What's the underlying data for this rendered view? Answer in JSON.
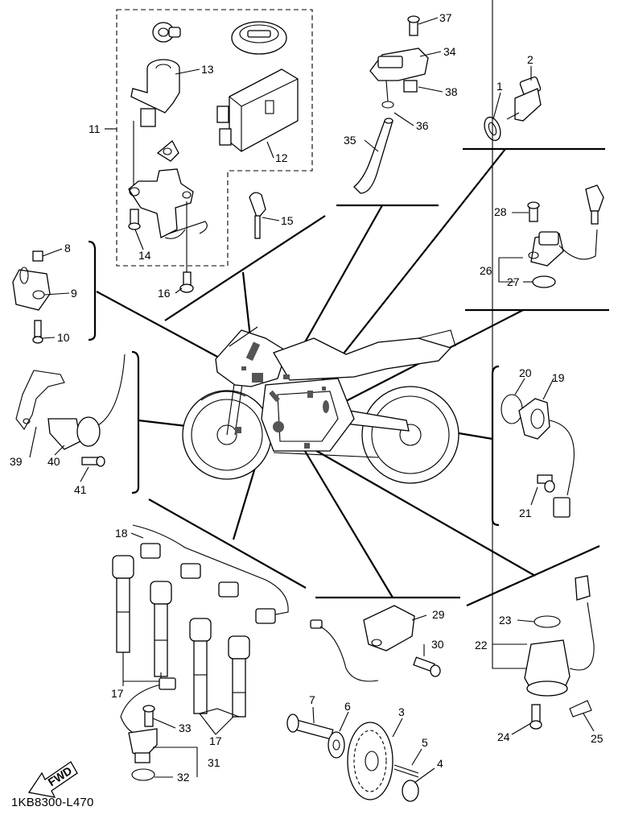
{
  "diagram_code": "1KB8300-L470",
  "direction_label": "FWD",
  "callouts": [
    "1",
    "2",
    "3",
    "4",
    "5",
    "6",
    "7",
    "8",
    "9",
    "10",
    "11",
    "12",
    "13",
    "14",
    "15",
    "16",
    "17",
    "17",
    "17",
    "18",
    "19",
    "20",
    "21",
    "22",
    "23",
    "24",
    "25",
    "26",
    "27",
    "28",
    "29",
    "30",
    "31",
    "32",
    "33",
    "34",
    "35",
    "36",
    "37",
    "38",
    "39",
    "40",
    "41"
  ]
}
